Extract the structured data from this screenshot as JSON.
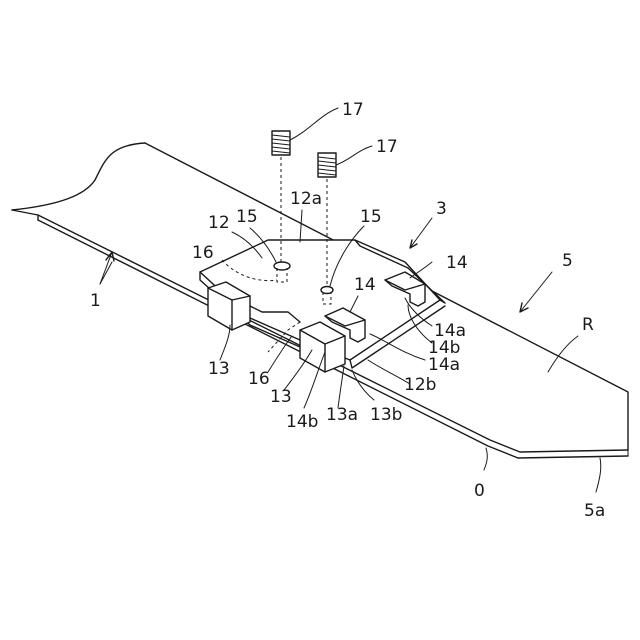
{
  "labels": {
    "l17a": "17",
    "l17b": "17",
    "l12a": "12a",
    "l3": "3",
    "l12": "12",
    "l15a": "15",
    "l15b": "15",
    "l16a": "16",
    "l14a": "14",
    "l14b": "14",
    "l5": "5",
    "l1": "1",
    "lR": "R",
    "l14a_a": "14a",
    "l14b_a": "14b",
    "l14a_b": "14a",
    "l12b": "12b",
    "l13a": "13",
    "l16b": "16",
    "l13b": "13",
    "l14b_b": "14b",
    "l13a_b": "13a",
    "l13b_b": "13b",
    "l0": "0",
    "l5a": "5a"
  }
}
